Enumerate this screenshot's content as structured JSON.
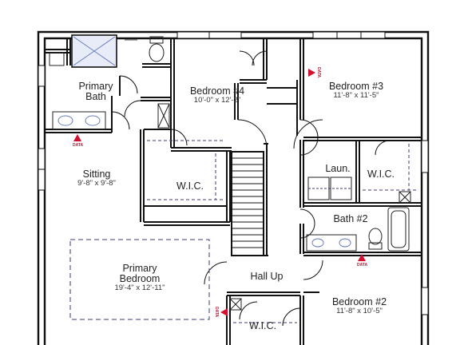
{
  "rooms": {
    "primary_bath": {
      "line1": "Primary",
      "line2": "Bath"
    },
    "bedroom4": {
      "name": "Bedroom #4",
      "dims": "10'-0\" x 12'-2\""
    },
    "bedroom3": {
      "name": "Bedroom #3",
      "dims": "11'-8\" x 11'-5\""
    },
    "sitting": {
      "name": "Sitting",
      "dims": "9'-8\" x 9'-8\""
    },
    "wic_primary": {
      "name": "W.I.C."
    },
    "laundry": {
      "name": "Laun."
    },
    "wic_bed3": {
      "name": "W.I.C."
    },
    "bath2": {
      "name": "Bath #2"
    },
    "primary_bedroom": {
      "line1": "Primary",
      "line2": "Bedroom",
      "dims": "19'-4\" x 12'-11\""
    },
    "hall": {
      "name": "Hall Up"
    },
    "bedroom2": {
      "name": "Bedroom #2",
      "dims": "11'-8\" x 10'-5\""
    },
    "wic_bed2": {
      "name": "W.I.C."
    }
  },
  "data_markers": {
    "primary_bath": "DATA",
    "bedroom3": "DATA",
    "bath2": "DATA",
    "primary_bedroom": "DATA"
  },
  "colors": {
    "wall": "#111111",
    "fixture": "#6a7cc0",
    "marker": "#d3102e",
    "dash": "#3b3b7a"
  }
}
